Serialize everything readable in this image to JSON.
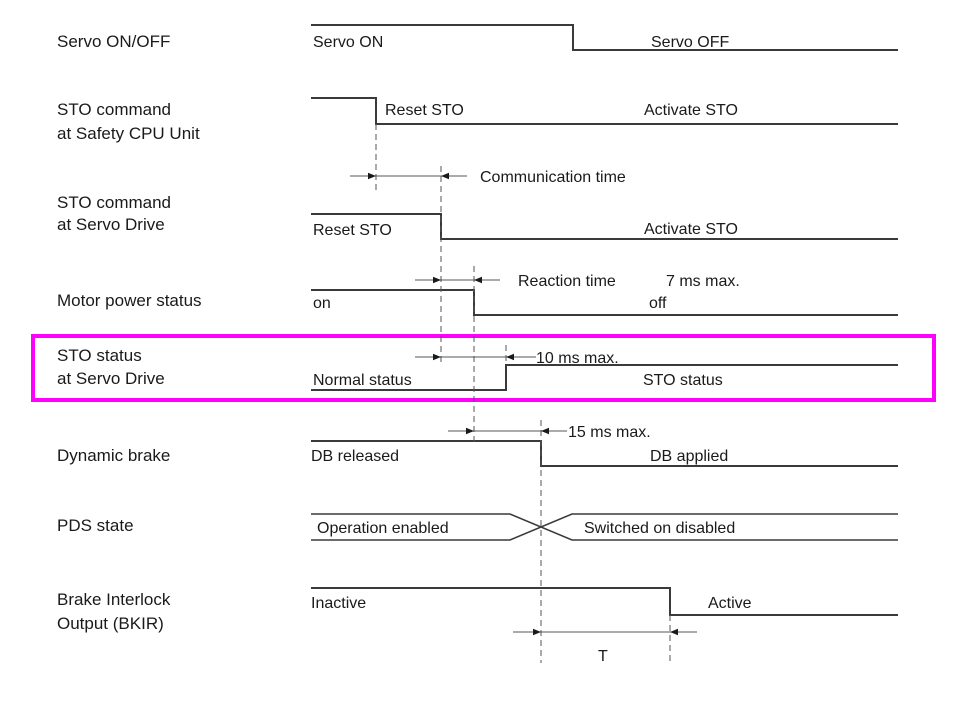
{
  "highlight_color": "#ff00ff",
  "rows": [
    {
      "id": "servo",
      "label": [
        "Servo ON/OFF"
      ],
      "states": [
        "Servo ON",
        "Servo OFF"
      ]
    },
    {
      "id": "sto-cpu",
      "label": [
        "STO command",
        "at Safety CPU Unit"
      ],
      "states": [
        "Reset STO",
        "Activate STO"
      ]
    },
    {
      "id": "sto-drive",
      "label": [
        "STO command",
        "at Servo Drive"
      ],
      "states": [
        "Reset STO",
        "Activate STO"
      ]
    },
    {
      "id": "motor",
      "label": [
        "Motor power status"
      ],
      "states": [
        "on",
        "off"
      ]
    },
    {
      "id": "sto-status",
      "label": [
        "STO status",
        "at Servo Drive"
      ],
      "states": [
        "Normal status",
        "STO status"
      ],
      "highlighted": true
    },
    {
      "id": "db",
      "label": [
        "Dynamic brake"
      ],
      "states": [
        "DB released",
        "DB applied"
      ]
    },
    {
      "id": "pds",
      "label": [
        "PDS state"
      ],
      "states": [
        "Operation enabled",
        "Switched on disabled"
      ]
    },
    {
      "id": "bkir",
      "label": [
        "Brake Interlock",
        "Output (BKIR)"
      ],
      "states": [
        "Inactive",
        "Active"
      ]
    }
  ],
  "timings": {
    "communication": "Communication time",
    "reaction": "Reaction time",
    "reaction_max": "7 ms max.",
    "sto_status_max": "10 ms max.",
    "db_max": "15 ms max.",
    "bkir_delay": "T"
  }
}
